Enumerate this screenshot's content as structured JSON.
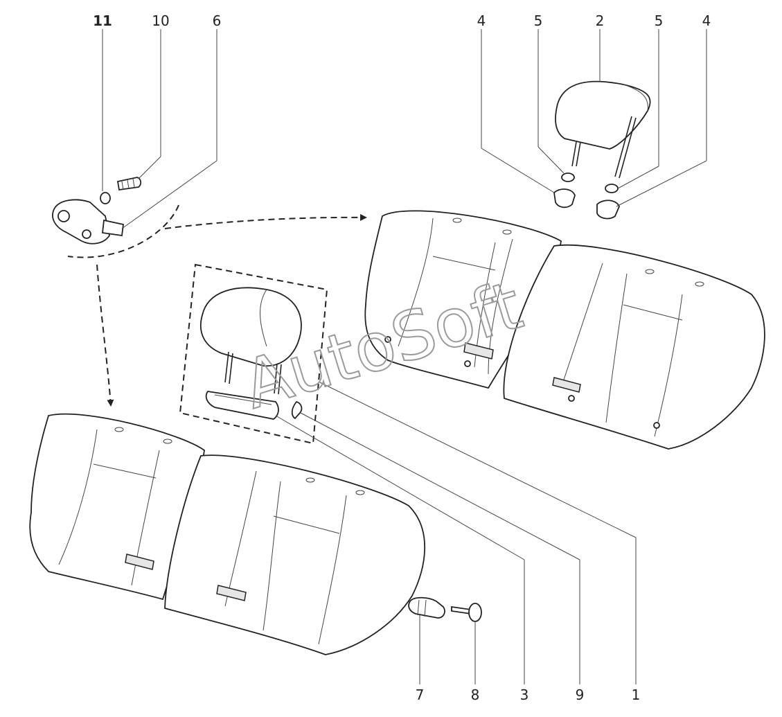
{
  "diagram": {
    "labels": {
      "l1": "1",
      "l2": "2",
      "l3": "3",
      "l4a": "4",
      "l4b": "4",
      "l5a": "5",
      "l5b": "5",
      "l6": "6",
      "l7": "7",
      "l8": "8",
      "l9": "9",
      "l10": "10",
      "l11": "11"
    },
    "watermark": "AutoSoft"
  }
}
